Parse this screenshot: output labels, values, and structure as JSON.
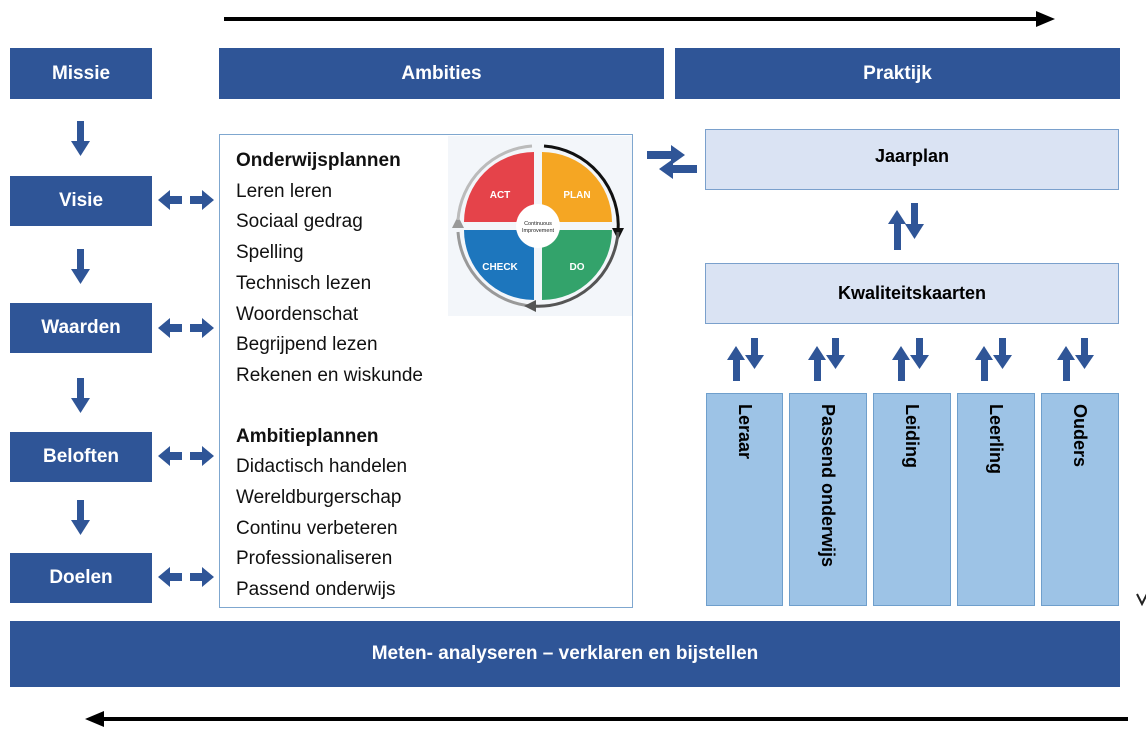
{
  "left_column": [
    "Missie",
    "Visie",
    "Waarden",
    "Beloften",
    "Doelen"
  ],
  "headers": {
    "ambities": "Ambities",
    "praktijk": "Praktijk"
  },
  "onderwijsplannen": {
    "title": "Onderwijsplannen",
    "items": [
      "Leren leren",
      "Sociaal gedrag",
      "Spelling",
      "Technisch lezen",
      "Woordenschat",
      "Begrijpend lezen",
      "Rekenen en wiskunde"
    ]
  },
  "ambitieplannen": {
    "title": "Ambitieplannen",
    "items": [
      "Didactisch handelen",
      "Wereldburgerschap",
      "Continu verbeteren",
      "Professionaliseren",
      "Passend onderwijs"
    ]
  },
  "pdca": {
    "act": "ACT",
    "plan": "PLAN",
    "check": "CHECK",
    "do": "DO",
    "center_line1": "Continuous",
    "center_line2": "Improvement",
    "colors": {
      "act": "#e5434a",
      "plan": "#f5a623",
      "check": "#1d76bd",
      "do": "#33a36b"
    }
  },
  "praktijk": {
    "jaarplan": "Jaarplan",
    "kwaliteitskaarten": "Kwaliteitskaarten",
    "columns": [
      "Leraar",
      "Passend onderwijs",
      "Leiding",
      "Leerling",
      "Ouders"
    ]
  },
  "bottom_bar": "Meten- analyseren – verklaren en bijstellen",
  "colors": {
    "navy": "#2f5597",
    "light_box": "#dae3f3",
    "column": "#9dc3e6"
  }
}
